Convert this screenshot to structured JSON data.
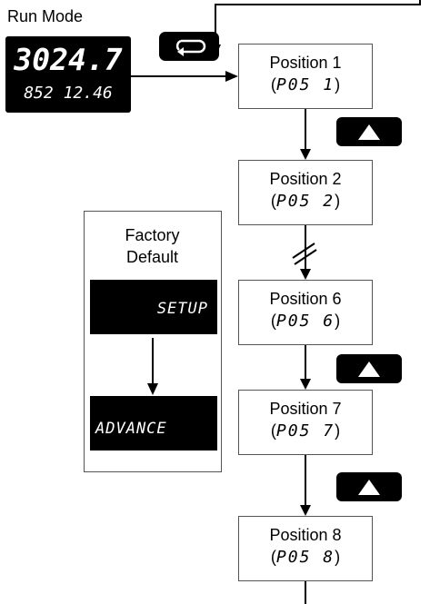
{
  "run_mode": {
    "title": "Run Mode",
    "main_value": "3024.7",
    "sub_value": "852 12.46"
  },
  "loop_button_icon": "loop-arrow-icon",
  "positions": [
    {
      "name": "Position 1",
      "code_prefix": "(",
      "code": "P05  1",
      "code_suffix": ")"
    },
    {
      "name": "Position 2",
      "code_prefix": "(",
      "code": "P05  2",
      "code_suffix": ")"
    },
    {
      "name": "Position 6",
      "code_prefix": "(",
      "code": "P05  6",
      "code_suffix": ")"
    },
    {
      "name": "Position 7",
      "code_prefix": "(",
      "code": "P05  7",
      "code_suffix": ")"
    },
    {
      "name": "Position 8",
      "code_prefix": "(",
      "code": "P05  8",
      "code_suffix": ")"
    }
  ],
  "up_button_icon": "triangle-up-icon",
  "factory_default": {
    "title_line1": "Factory",
    "title_line2": "Default",
    "display1": "SETUP",
    "display2": "ADVANCE"
  },
  "colors": {
    "display_bg": "#000000",
    "display_text": "#ffffff",
    "box_border": "#555555"
  }
}
